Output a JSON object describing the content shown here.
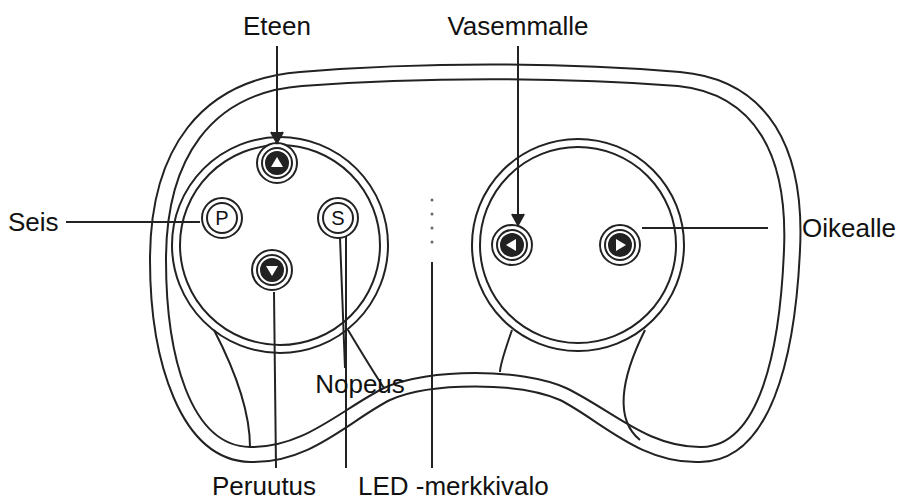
{
  "diagram": {
    "nodes": [
      {
        "text": [
          "P"
        ]
      },
      {
        "text": [
          "S"
        ]
      }
    ],
    "labels": [
      "Eteen",
      "Vasemmalle",
      "Seis",
      "Oikealle",
      "Nopeus",
      "Peruutus",
      "LED -merkkivalo"
    ]
  }
}
